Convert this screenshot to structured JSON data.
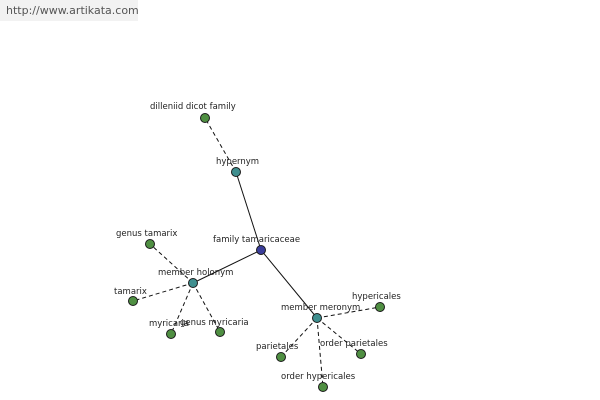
{
  "url": "http://www.artikata.com",
  "colors": {
    "root": "#3a3d9a",
    "relation": "#3f8f8f",
    "leaf": "#4f8f42"
  },
  "nodes": {
    "root": "family tamaricaceae",
    "hypernym": "hypernym",
    "member_holonym": "member holonym",
    "member_meronym": "member meronym",
    "dilleniid": "dilleniid dicot family",
    "genus_tamarix": "genus tamarix",
    "tamarix": "tamarix",
    "myricaria": "myricaria",
    "genus_myricaria": "genus myricaria",
    "hypericales": "hypericales",
    "parietales": "parietales",
    "order_parietales": "order parietales",
    "order_hypericales": "order hypericales"
  }
}
